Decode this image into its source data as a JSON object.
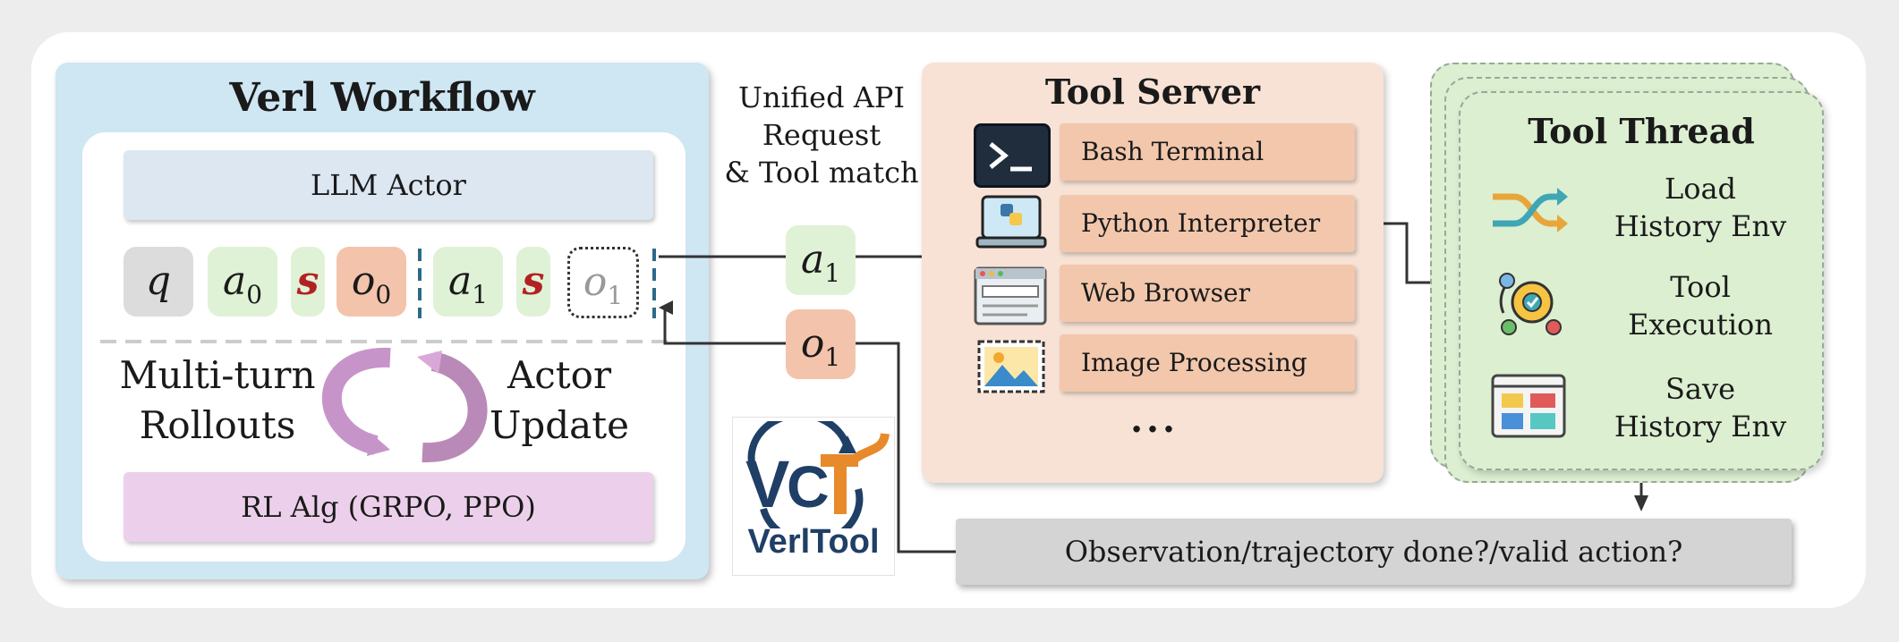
{
  "verl": {
    "title": "Verl Workflow",
    "llm_actor": "LLM Actor",
    "rl_alg": "RL Alg (GRPO, PPO)",
    "multiturn_line1": "Multi-turn",
    "multiturn_line2": "Rollouts",
    "actor_line1": "Actor",
    "actor_line2": "Update",
    "tokens": [
      {
        "base": "q",
        "sub": ""
      },
      {
        "base": "a",
        "sub": "0"
      },
      {
        "base": "s",
        "sub": ""
      },
      {
        "base": "o",
        "sub": "0"
      },
      {
        "base": "a",
        "sub": "1"
      },
      {
        "base": "s",
        "sub": ""
      },
      {
        "base": "o",
        "sub": "1"
      }
    ]
  },
  "api": {
    "line1": "Unified API",
    "line2": "Request",
    "line3": "& Tool match",
    "action": {
      "base": "a",
      "sub": "1"
    },
    "observation": {
      "base": "o",
      "sub": "1"
    }
  },
  "server": {
    "title": "Tool Server",
    "tools": [
      "Bash Terminal",
      "Python Interpreter",
      "Web Browser",
      "Image Processing"
    ],
    "ellipsis": "..."
  },
  "thread": {
    "title": "Tool Thread",
    "steps": [
      {
        "line1": "Load",
        "line2": "History Env"
      },
      {
        "line1": "Tool",
        "line2": "Execution"
      },
      {
        "line1": "Save",
        "line2": "History Env"
      }
    ]
  },
  "observation_box": "Observation/trajectory done?/valid action?",
  "logo": {
    "text": "VerlTool"
  },
  "colors": {
    "verl_panel": "#cfe6f3",
    "llm_actor": "#dde7f2",
    "rl_alg": "#ecd0eb",
    "action_green": "#dff2d6",
    "observation_orange": "#f3c4ab",
    "server_panel": "#f7e2d5",
    "tool_row": "#f2c7ac",
    "thread_panel": "#dcefd1",
    "s_token_red": "#b22222",
    "logo_navy": "#1f3f66",
    "logo_orange": "#e8892b"
  }
}
